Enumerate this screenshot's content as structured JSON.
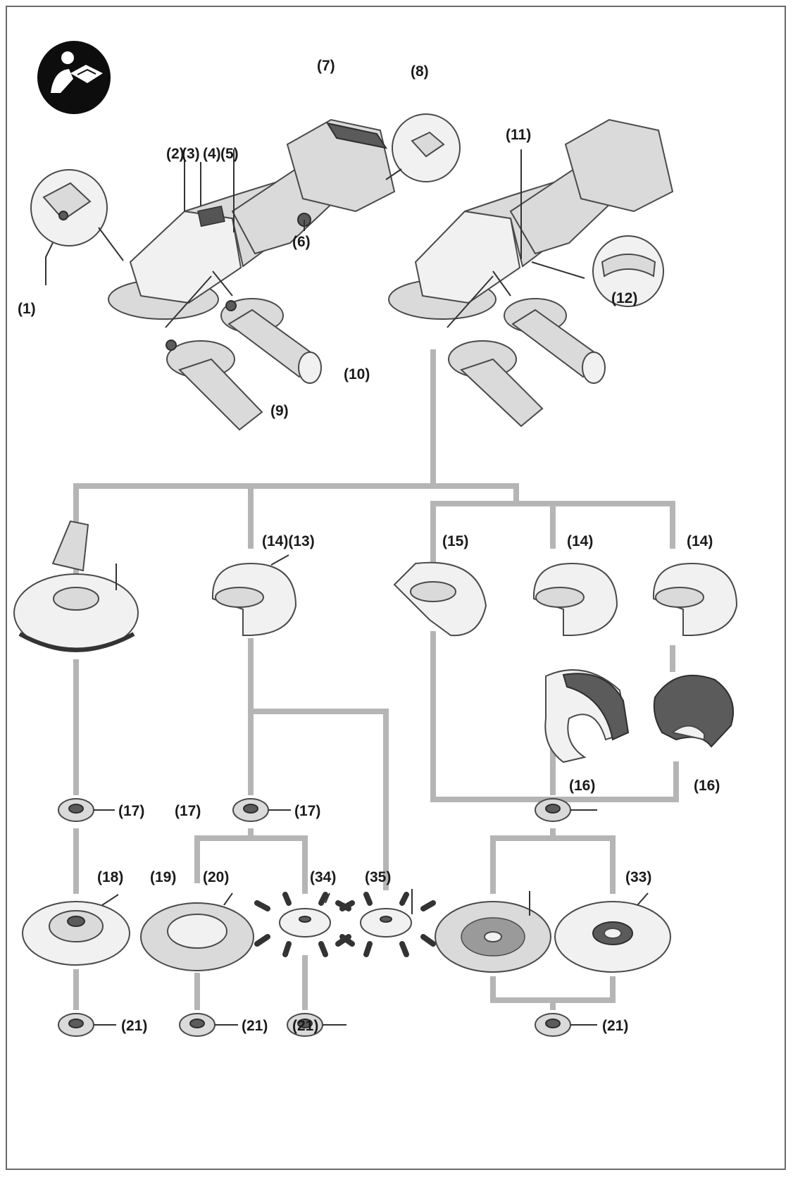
{
  "manual_icon": "read-manual-icon",
  "callouts": {
    "c1": "(1)",
    "c2": "(2)",
    "c3": "(3)",
    "c4": "(4)",
    "c5": "(5)",
    "c6": "(6)",
    "c7": "(7)",
    "c8": "(8)",
    "c9": "(9)",
    "c10": "(10)",
    "c11": "(11)",
    "c12": "(12)",
    "c14_13": "(14)(13)",
    "c15": "(15)",
    "c14a": "(14)",
    "c14b": "(14)",
    "c16a": "(16)",
    "c16b": "(16)",
    "c17a": "(17)",
    "c17b": "(17)",
    "c17c": "(17)",
    "c18": "(18)",
    "c19": "(19)",
    "c20": "(20)",
    "c34": "(34)",
    "c35": "(35)",
    "c33": "(33)",
    "c21a": "(21)",
    "c21b": "(21)",
    "c21c": "(21)",
    "c21d": "(21)"
  },
  "colors": {
    "connector": "#b5b5b5",
    "frame": "#6a6a6a",
    "ink": "#1a1a1a"
  }
}
